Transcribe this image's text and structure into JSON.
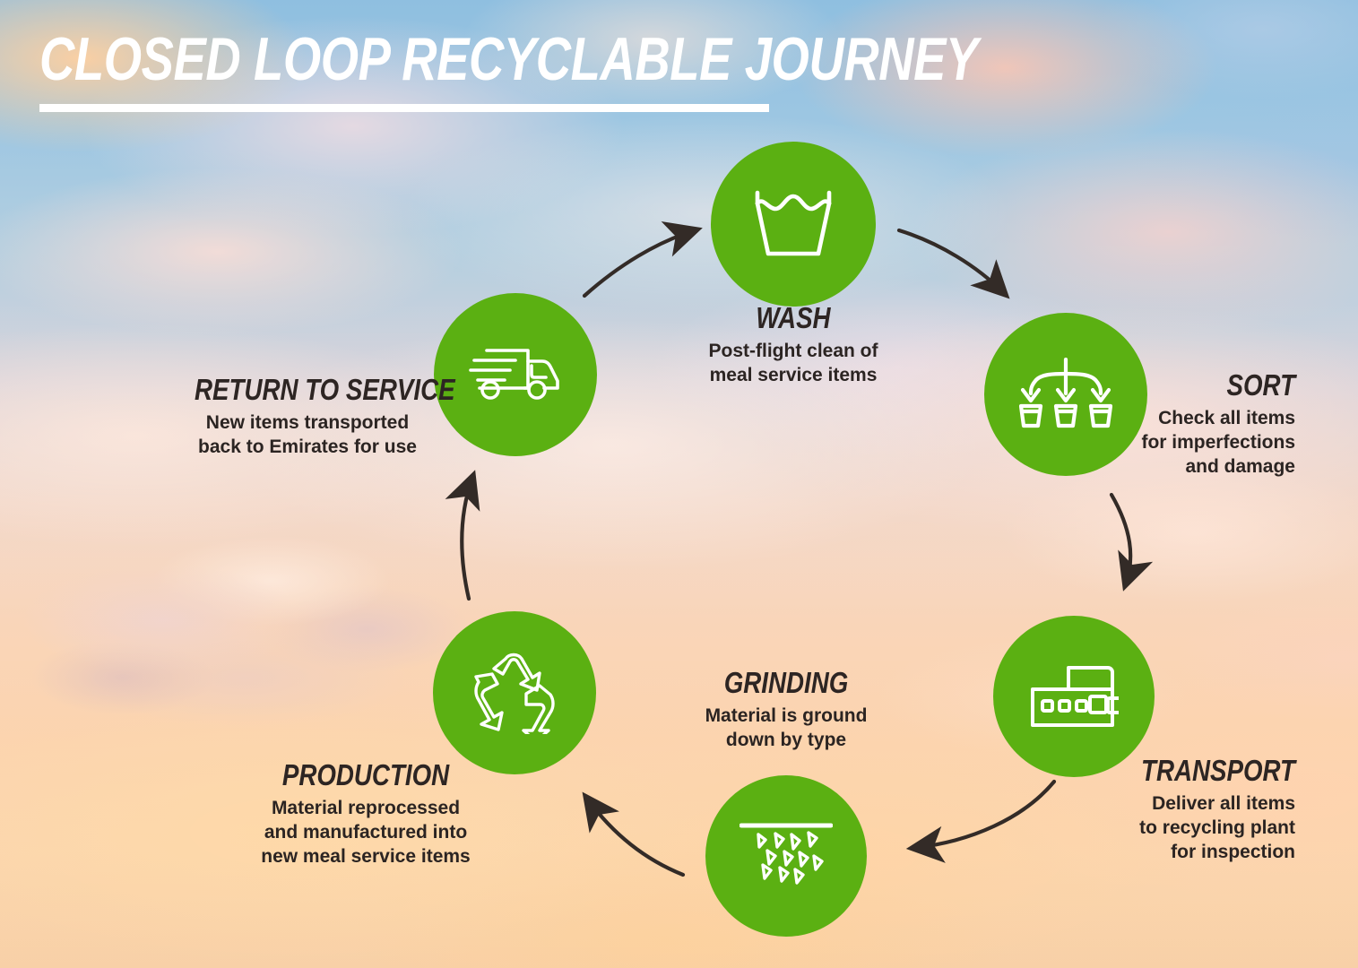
{
  "header": {
    "title": "CLOSED LOOP RECYCLABLE JOURNEY"
  },
  "theme": {
    "node_green": "#5bb012",
    "text_dark": "#2d2523",
    "title_white": "#ffffff",
    "arrow_dark": "#332b27"
  },
  "diagram": {
    "type": "cycle",
    "node_count": 6,
    "direction": "clockwise",
    "nodes": [
      {
        "id": "wash",
        "order": 1,
        "title": "WASH",
        "description": "Post-flight clean of\nmeal service items",
        "icon": "wash-basin-icon",
        "align": "center"
      },
      {
        "id": "sort",
        "order": 2,
        "title": "SORT",
        "description": "Check all items\nfor imperfections\nand damage",
        "icon": "sort-arrows-bins-icon",
        "align": "left"
      },
      {
        "id": "transport",
        "order": 3,
        "title": "TRANSPORT",
        "description": "Deliver all items\nto recycling plant\nfor inspection",
        "icon": "cargo-container-icon",
        "align": "left"
      },
      {
        "id": "grinding",
        "order": 4,
        "title": "GRINDING",
        "description": "Material is ground\ndown by type",
        "icon": "granules-icon",
        "align": "center"
      },
      {
        "id": "production",
        "order": 5,
        "title": "PRODUCTION",
        "description": "Material reprocessed\nand manufactured into\nnew meal service items",
        "icon": "recycle-icon",
        "align": "center"
      },
      {
        "id": "return",
        "order": 6,
        "title": "RETURN TO SERVICE",
        "description": "New items transported\nback to Emirates for use",
        "icon": "delivery-truck-icon",
        "align": "center"
      }
    ],
    "connectors": [
      {
        "from": "return",
        "to": "wash",
        "shape": "curved-arrow"
      },
      {
        "from": "wash",
        "to": "sort",
        "shape": "curved-arrow"
      },
      {
        "from": "sort",
        "to": "transport",
        "shape": "curved-arrow"
      },
      {
        "from": "transport",
        "to": "grinding",
        "shape": "curved-arrow"
      },
      {
        "from": "grinding",
        "to": "production",
        "shape": "curved-arrow"
      },
      {
        "from": "production",
        "to": "return",
        "shape": "curved-arrow"
      }
    ]
  }
}
